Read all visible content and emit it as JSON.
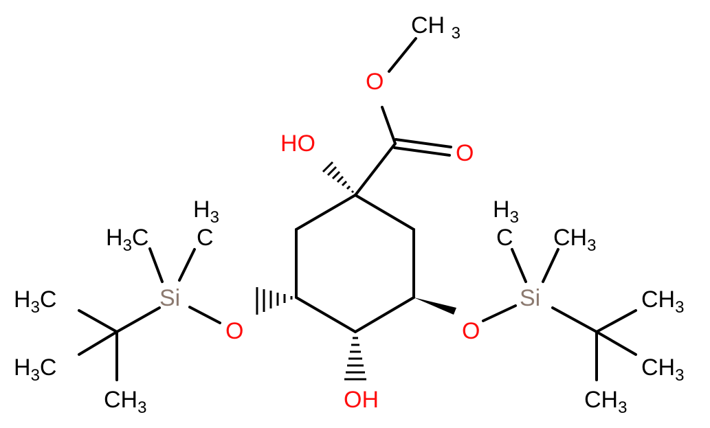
{
  "molecule": {
    "labels": {
      "methyl_top": "CH3",
      "ester_o": "O",
      "carbonyl_o": "O",
      "ho_top": "HO",
      "oh_bottom": "OH",
      "o_left": "O",
      "o_right": "O",
      "si_left": "Si",
      "si_right": "Si",
      "left_me1": "H3C",
      "left_me2": "H3",
      "left_tbu_1": "H3C",
      "left_tbu_2": "H3C",
      "left_tbu_3": "CH3",
      "right_me1": "H3",
      "right_me2": "CH3",
      "right_tbu_1": "CH3",
      "right_tbu_2": "CH3",
      "right_tbu_3": "CH3"
    },
    "colors": {
      "oxygen": "#ff0d0d",
      "silicon": "#8c7a70",
      "carbon": "#000000"
    }
  }
}
